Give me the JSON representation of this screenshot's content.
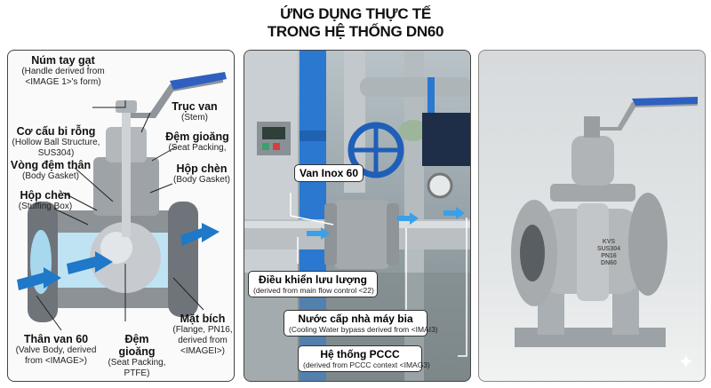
{
  "title": {
    "line1": "ỨNG DỤNG THỰC TẾ",
    "line2": "TRONG HỆ THỐNG DN60"
  },
  "panel_left": {
    "type": "cutaway-diagram",
    "labels": [
      {
        "title": "Núm tay gạt",
        "sub": "(Handle derived from <IMAGE 1>'s form)"
      },
      {
        "title": "Trục van",
        "sub": "(Stem)"
      },
      {
        "title": "Cơ cấu bi rỗng",
        "sub": "(Hollow Ball Structure, SUS304)"
      },
      {
        "title": "Đệm gioăng",
        "sub": "(Seat Packing,"
      },
      {
        "title": "Vòng đệm thân",
        "sub": "(Body Gasket)"
      },
      {
        "title": "Hộp chèn",
        "sub": "(Body Gasket)"
      },
      {
        "title": "Hộp chèn",
        "sub": "(Stuffing Box)"
      },
      {
        "title": "Mặt bích",
        "sub": "(Flange, PN16, derived from <IMAGEI>)"
      },
      {
        "title": "Thân van 60",
        "sub": "(Valve Body, derived from <IMAGE>)"
      },
      {
        "title": "Đệm gioăng",
        "sub": "(Seat Packing, PTFE)"
      }
    ],
    "colors": {
      "handle": "#2f5fc0",
      "flow": "#1f78c8",
      "metal": "#9ea3a8"
    }
  },
  "panel_middle": {
    "type": "industrial-photo",
    "callouts": [
      {
        "title": "Van Inox 60",
        "sub": ""
      },
      {
        "title": "Điều khiển lưu lượng",
        "sub": "(derived from main flow control <22)"
      },
      {
        "title": "Nước cấp nhà máy bia",
        "sub": "(Cooling Water bypass derived from <IMAI3)"
      },
      {
        "title": "Hệ thống PCCC",
        "sub": "(derived from PCCC context <IMAG3)"
      }
    ]
  },
  "panel_right": {
    "type": "product-photo",
    "markings": [
      "KVS",
      "SUS304",
      "PN16",
      "DN60"
    ],
    "corner_icon": "sparkle-icon"
  }
}
